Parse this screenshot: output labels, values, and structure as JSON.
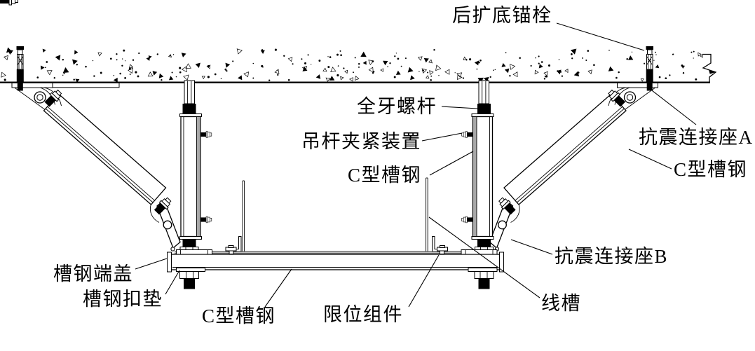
{
  "diagram": {
    "type": "technical-line-drawing",
    "view": "seismic-bracing-cross-section"
  },
  "labels": {
    "rear_expansion_anchor": "后扩底锚栓",
    "full_thread_rod": "全牙螺杆",
    "rod_clamping_device": "吊杆夹紧装置",
    "c_channel_vertical": "C型槽钢",
    "seismic_connector_a": "抗震连接座A",
    "c_channel_brace": "C型槽钢",
    "seismic_connector_b": "抗震连接座B",
    "wire_trough": "线槽",
    "limit_assembly": "限位组件",
    "c_channel_bottom": "C型槽钢",
    "channel_end_cap": "槽钢端盖",
    "channel_clip_washer": "槽钢扣垫"
  },
  "colors": {
    "line": "#000000",
    "background": "#ffffff",
    "channel_shade": "#a8a8a8"
  }
}
